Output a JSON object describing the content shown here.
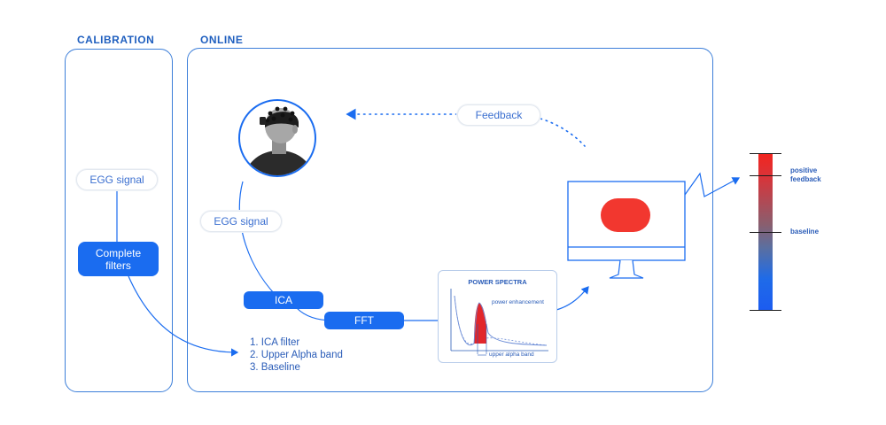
{
  "sections": {
    "calibration_title": "CALIBRATION",
    "online_title": "ONLINE"
  },
  "calibration": {
    "signal_label": "EGG signal",
    "filters_label": "Complete filters"
  },
  "online": {
    "feedback_label": "Feedback",
    "signal_label": "EGG signal",
    "ica_label": "ICA",
    "fft_label": "FFT",
    "steps": [
      "1. ICA filter",
      "2. Upper Alpha band",
      "3. Baseline"
    ]
  },
  "spectrum": {
    "title": "POWER SPECTRA",
    "enhancement_label": "power enhancement",
    "band_label": "upper alpha band"
  },
  "feedback_bar": {
    "positive_label": "positive feedback",
    "baseline_label": "baseline"
  },
  "colors": {
    "accent": "#1a6cf0",
    "outline": "#3d7fd9",
    "feedback_red": "#f2372f"
  }
}
